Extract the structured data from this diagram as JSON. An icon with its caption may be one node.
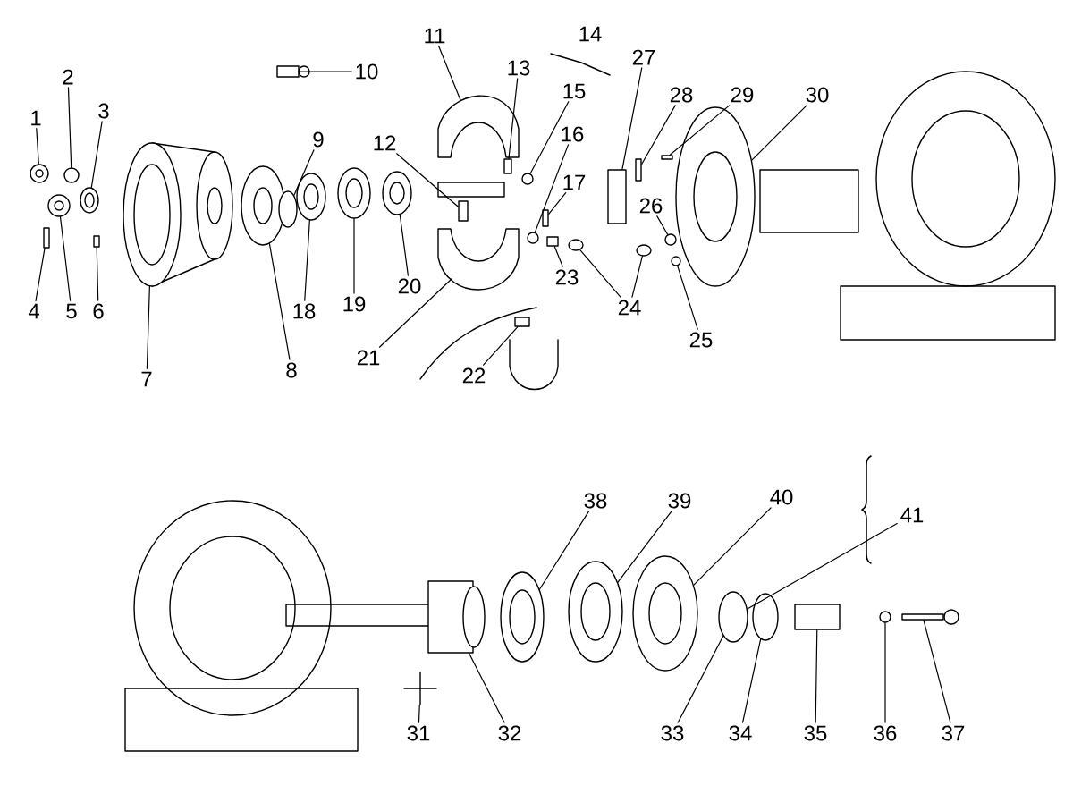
{
  "diagram": {
    "nodes": [
      {
        "text": [
          "1"
        ]
      },
      {
        "text": [
          "2"
        ]
      },
      {
        "text": [
          "3"
        ]
      },
      {
        "text": [
          "4"
        ]
      },
      {
        "text": [
          "5"
        ]
      },
      {
        "text": [
          "6"
        ]
      },
      {
        "text": [
          "7"
        ]
      },
      {
        "text": [
          "8"
        ]
      },
      {
        "text": [
          "9"
        ]
      },
      {
        "text": [
          "10"
        ]
      },
      {
        "text": [
          "11"
        ]
      },
      {
        "text": [
          "12"
        ]
      },
      {
        "text": [
          "13"
        ]
      },
      {
        "text": [
          "14"
        ]
      },
      {
        "text": [
          "15"
        ]
      },
      {
        "text": [
          "16"
        ]
      },
      {
        "text": [
          "17"
        ]
      },
      {
        "text": [
          "18"
        ]
      },
      {
        "text": [
          "19"
        ]
      },
      {
        "text": [
          "20"
        ]
      },
      {
        "text": [
          "21"
        ]
      },
      {
        "text": [
          "22"
        ]
      },
      {
        "text": [
          "23"
        ]
      },
      {
        "text": [
          "24"
        ]
      },
      {
        "text": [
          "25"
        ]
      },
      {
        "text": [
          "26"
        ]
      },
      {
        "text": [
          "27"
        ]
      },
      {
        "text": [
          "28"
        ]
      },
      {
        "text": [
          "29"
        ]
      },
      {
        "text": [
          "30"
        ]
      },
      {
        "text": [
          "31"
        ]
      },
      {
        "text": [
          "32"
        ]
      },
      {
        "text": [
          "33"
        ]
      },
      {
        "text": [
          "34"
        ]
      },
      {
        "text": [
          "35"
        ]
      },
      {
        "text": [
          "36"
        ]
      },
      {
        "text": [
          "37"
        ]
      },
      {
        "text": [
          "38"
        ]
      },
      {
        "text": [
          "39"
        ]
      },
      {
        "text": [
          "40"
        ]
      },
      {
        "text": [
          "41"
        ]
      },
      {
        "text": [],
        "shape": "circle"
      },
      {
        "text": [],
        "shape": "box"
      },
      {
        "text": [],
        "shape": "circle"
      },
      {
        "text": [],
        "shape": "circle"
      },
      {
        "text": [],
        "shape": "ring"
      },
      {
        "text": [],
        "shape": "box"
      },
      {
        "text": [],
        "shape": "ring"
      },
      {
        "text": [],
        "shape": "ring"
      },
      {
        "text": [],
        "shape": "box"
      },
      {
        "text": [],
        "shape": "ring"
      },
      {
        "text": [],
        "shape": "ring"
      },
      {
        "text": [],
        "shape": "ring"
      },
      {
        "text": [],
        "shape": "ring"
      },
      {
        "text": [],
        "shape": "picture"
      },
      {
        "text": [],
        "shape": "picture"
      },
      {
        "text": [],
        "shape": "box"
      },
      {
        "text": [],
        "shape": "box"
      },
      {
        "text": [],
        "shape": "circle"
      },
      {
        "text": [],
        "shape": "circle"
      },
      {
        "text": [],
        "shape": "box"
      },
      {
        "text": [],
        "shape": "box"
      },
      {
        "text": [],
        "shape": "box"
      },
      {
        "text": [],
        "shape": "ring"
      },
      {
        "text": [],
        "shape": "box"
      },
      {
        "text": [],
        "shape": "box"
      },
      {
        "text": [],
        "shape": "ring"
      },
      {
        "text": [],
        "shape": "circle"
      },
      {
        "text": [],
        "shape": "circle"
      },
      {
        "text": [],
        "shape": "box"
      },
      {
        "text": [],
        "shape": "ring"
      },
      {
        "text": [],
        "shape": "picture"
      },
      {
        "text": [],
        "shape": "box"
      },
      {
        "text": [],
        "shape": "ring"
      },
      {
        "text": [],
        "shape": "ring"
      },
      {
        "text": [],
        "shape": "ring"
      },
      {
        "text": [],
        "shape": "ring"
      },
      {
        "text": [],
        "shape": "ring"
      },
      {
        "text": [],
        "shape": "box"
      },
      {
        "text": [],
        "shape": "circle"
      },
      {
        "text": [],
        "shape": "box"
      }
    ],
    "edges": [
      {
        "from": 0,
        "to": 41,
        "arrow": "none"
      },
      {
        "from": 1,
        "to": 44,
        "arrow": "none"
      },
      {
        "from": 2,
        "to": 45,
        "arrow": "none"
      },
      {
        "from": 3,
        "to": 42,
        "arrow": "none"
      },
      {
        "from": 4,
        "to": 43,
        "arrow": "none"
      },
      {
        "from": 5,
        "to": 46,
        "arrow": "none"
      },
      {
        "from": 6,
        "to": 47,
        "arrow": "none"
      },
      {
        "from": 7,
        "to": 48,
        "arrow": "none"
      },
      {
        "from": 8,
        "to": 50,
        "arrow": "none"
      },
      {
        "from": 9,
        "to": 49,
        "arrow": "none"
      },
      {
        "from": 10,
        "to": 54,
        "arrow": "none"
      },
      {
        "from": 11,
        "to": 56,
        "arrow": "none"
      },
      {
        "from": 12,
        "to": 57,
        "arrow": "none"
      },
      {
        "from": 14,
        "to": 58,
        "arrow": "none"
      },
      {
        "from": 15,
        "to": 59,
        "arrow": "none"
      },
      {
        "from": 16,
        "to": 60,
        "arrow": "none"
      },
      {
        "from": 17,
        "to": 51,
        "arrow": "none"
      },
      {
        "from": 18,
        "to": 52,
        "arrow": "none"
      },
      {
        "from": 19,
        "to": 53,
        "arrow": "none"
      },
      {
        "from": 20,
        "to": 55,
        "arrow": "none"
      },
      {
        "from": 21,
        "to": 61,
        "arrow": "none"
      },
      {
        "from": 22,
        "to": 62,
        "arrow": "none"
      },
      {
        "from": 23,
        "to": 63,
        "arrow": "none"
      },
      {
        "from": 23,
        "to": 66,
        "arrow": "none"
      },
      {
        "from": 24,
        "to": 68,
        "arrow": "none"
      },
      {
        "from": 25,
        "to": 67,
        "arrow": "none"
      },
      {
        "from": 26,
        "to": 64,
        "arrow": "none"
      },
      {
        "from": 27,
        "to": 65,
        "arrow": "none"
      },
      {
        "from": 28,
        "to": 69,
        "arrow": "none"
      },
      {
        "from": 29,
        "to": 70,
        "arrow": "none"
      },
      {
        "from": 30,
        "to": 71,
        "arrow": "none"
      },
      {
        "from": 31,
        "to": 72,
        "arrow": "none"
      },
      {
        "from": 32,
        "to": 76,
        "arrow": "none"
      },
      {
        "from": 33,
        "to": 77,
        "arrow": "none"
      },
      {
        "from": 34,
        "to": 78,
        "arrow": "none"
      },
      {
        "from": 35,
        "to": 79,
        "arrow": "none"
      },
      {
        "from": 36,
        "to": 80,
        "arrow": "none"
      },
      {
        "from": 37,
        "to": 73,
        "arrow": "none"
      },
      {
        "from": 38,
        "to": 74,
        "arrow": "none"
      },
      {
        "from": 39,
        "to": 75,
        "arrow": "none"
      },
      {
        "from": 40,
        "to": 76,
        "arrow": "none"
      }
    ]
  }
}
